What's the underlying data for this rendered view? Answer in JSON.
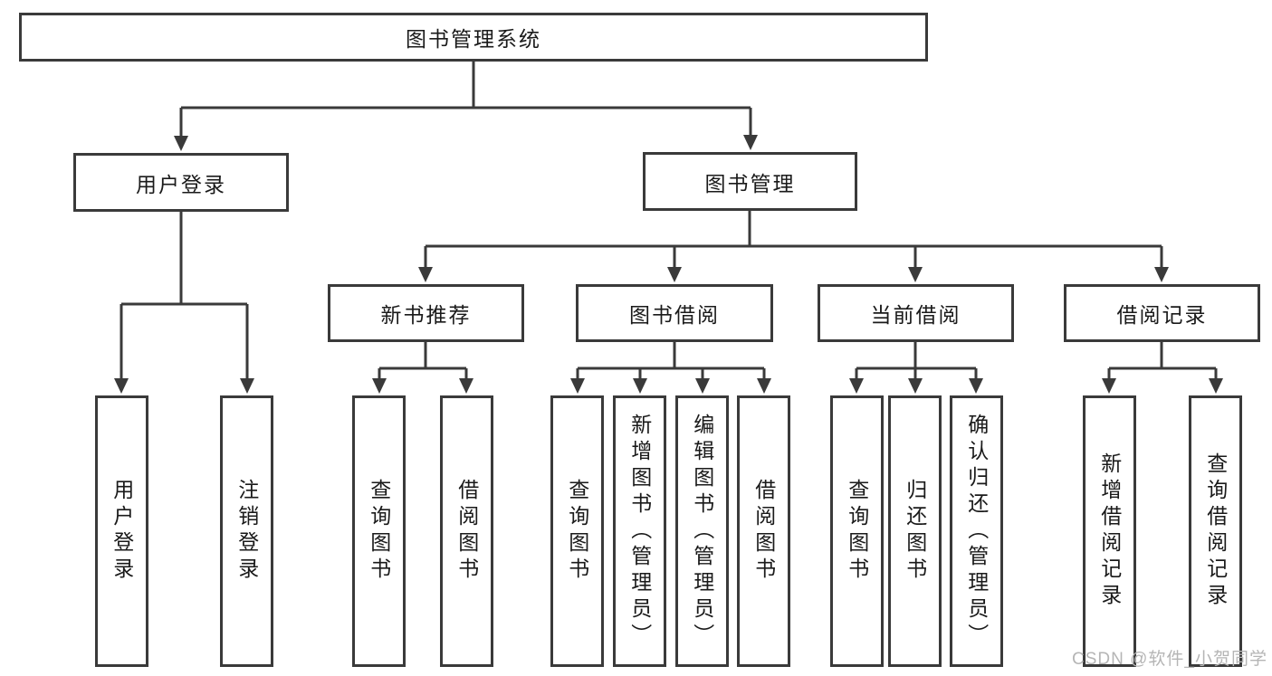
{
  "diagram": {
    "root": {
      "label": "图书管理系统"
    },
    "branches": [
      {
        "label": "用户登录",
        "children": [
          {
            "label": "用户登录"
          },
          {
            "label": "注销登录"
          }
        ]
      },
      {
        "label": "图书管理",
        "sections": [
          {
            "label": "新书推荐",
            "children": [
              {
                "label": "查询图书"
              },
              {
                "label": "借阅图书"
              }
            ]
          },
          {
            "label": "图书借阅",
            "children": [
              {
                "label": "查询图书"
              },
              {
                "label": "新增图书（管理员）"
              },
              {
                "label": "编辑图书（管理员）"
              },
              {
                "label": "借阅图书"
              }
            ]
          },
          {
            "label": "当前借阅",
            "children": [
              {
                "label": "查询图书"
              },
              {
                "label": "归还图书"
              },
              {
                "label": "确认归还（管理员）"
              }
            ]
          },
          {
            "label": "借阅记录",
            "children": [
              {
                "label": "新增借阅记录"
              },
              {
                "label": "查询借阅记录"
              }
            ]
          }
        ]
      }
    ]
  },
  "watermark": {
    "text": "CSDN @软件_小贺同学"
  },
  "colors": {
    "line": "#3a3a3a",
    "text": "#1a1a1a",
    "background": "#ffffff",
    "watermark": "#b5b5b5"
  }
}
